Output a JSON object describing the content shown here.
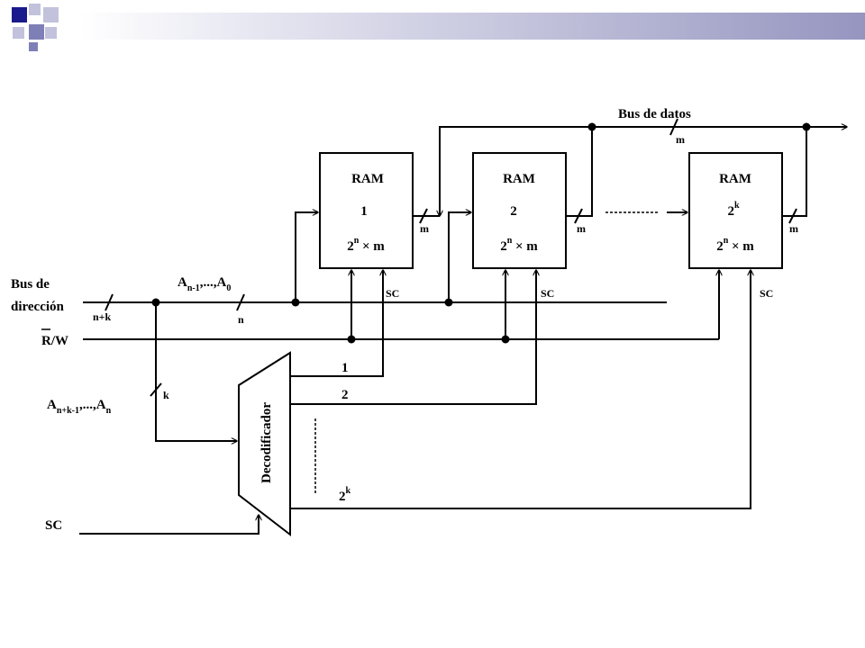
{
  "colors": {
    "header_dark": "#1a1a8c",
    "header_mid": "#7f7fb8",
    "header_light": "#c2c2dd",
    "ink": "#000000"
  },
  "rams": [
    {
      "title": "RAM",
      "num": "1",
      "size_base": "2",
      "size_exp": "n",
      "size_rest": " × m",
      "out": "m",
      "sc": "SC"
    },
    {
      "title": "RAM",
      "num": "2",
      "size_base": "2",
      "size_exp": "n",
      "size_rest": " × m",
      "out": "m",
      "sc": "SC"
    },
    {
      "title": "RAM",
      "num_base": "2",
      "num_exp": "k",
      "size_base": "2",
      "size_exp": "n",
      "size_rest": " × m",
      "out": "m",
      "sc": "SC"
    }
  ],
  "data_bus": {
    "label": "Bus de datos",
    "width": "m"
  },
  "address_bus": {
    "label_line1": "Bus de",
    "label_line2": "dirección",
    "width": "n+k"
  },
  "low_address": {
    "first": "A",
    "first_sub": "n-1",
    "sep": ",...,",
    "last": "A",
    "last_sub": "0",
    "width": "n"
  },
  "high_address": {
    "first": "A",
    "first_sub": "n+k-1",
    "sep": ",...,",
    "last": "A",
    "last_sub": "n",
    "width": "k"
  },
  "rw": {
    "label": "R/W"
  },
  "decoder": {
    "label": "Decodificador",
    "out1": "1",
    "out2": "2",
    "outk_base": "2",
    "outk_exp": "k"
  },
  "sc_input": {
    "label": "SC"
  }
}
